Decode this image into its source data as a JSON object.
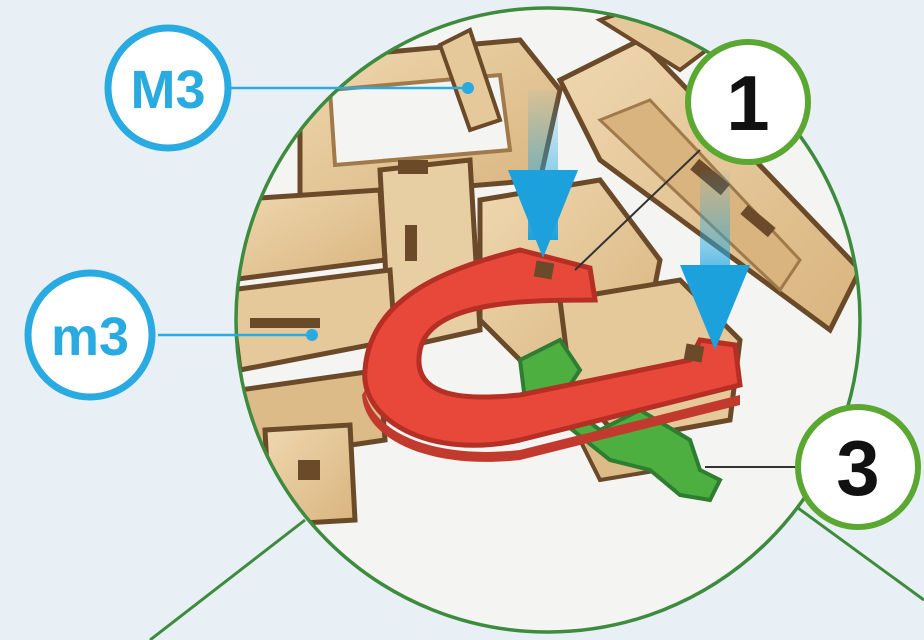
{
  "labels": {
    "m3_upper": "M3",
    "m3_lower": "m3",
    "step_1": "1",
    "step_3": "3"
  },
  "colors": {
    "background": "#e9f0f5",
    "blue_badge": "#29abe2",
    "green_badge": "#5aa832",
    "zoom_outline": "#3d8b3d",
    "wood": "#e6c99a",
    "wood_dark": "#a07a4a",
    "wood_edge": "#6b4a2a",
    "red_part": "#e8483a",
    "green_part": "#4caf3f",
    "arrow": "#29abe2"
  }
}
